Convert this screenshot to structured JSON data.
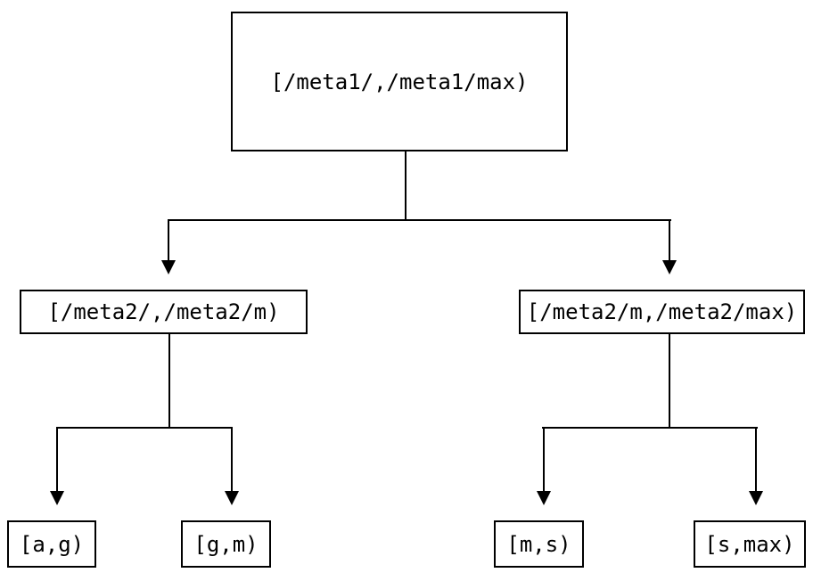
{
  "diagram": {
    "type": "tree",
    "colors": {
      "background": "#ffffff",
      "line": "#000000",
      "text": "#000000"
    },
    "nodes": {
      "root": {
        "label": "[/meta1/,/meta1/max)"
      },
      "meta2_left": {
        "label": "[/meta2/,/meta2/m)"
      },
      "meta2_right": {
        "label": "[/meta2/m,/meta2/max)"
      },
      "leaf_a_g": {
        "label": "[a,g)"
      },
      "leaf_g_m": {
        "label": "[g,m)"
      },
      "leaf_m_s": {
        "label": "[m,s)"
      },
      "leaf_s_max": {
        "label": "[s,max)"
      }
    },
    "edges": [
      {
        "from": "root",
        "to": "meta2_left"
      },
      {
        "from": "root",
        "to": "meta2_right"
      },
      {
        "from": "meta2_left",
        "to": "leaf_a_g"
      },
      {
        "from": "meta2_left",
        "to": "leaf_g_m"
      },
      {
        "from": "meta2_right",
        "to": "leaf_m_s"
      },
      {
        "from": "meta2_right",
        "to": "leaf_s_max"
      }
    ]
  }
}
